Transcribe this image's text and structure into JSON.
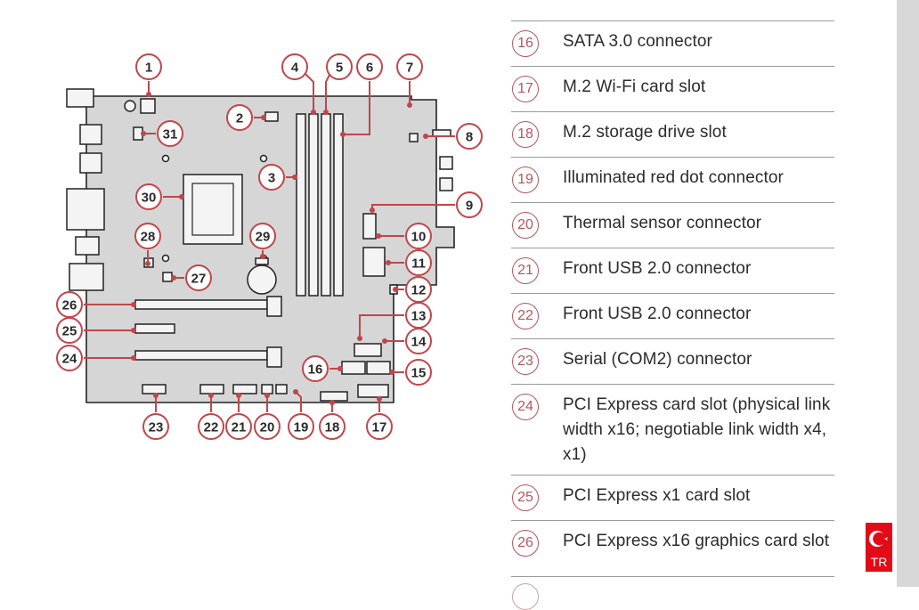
{
  "diagram": {
    "callouts": [
      "1",
      "2",
      "3",
      "4",
      "5",
      "6",
      "7",
      "8",
      "9",
      "10",
      "11",
      "12",
      "13",
      "14",
      "15",
      "16",
      "17",
      "18",
      "19",
      "20",
      "21",
      "22",
      "23",
      "24",
      "25",
      "26",
      "27",
      "28",
      "29",
      "30",
      "31"
    ]
  },
  "legend": {
    "items": [
      {
        "num": "16",
        "text": "SATA 3.0 connector"
      },
      {
        "num": "17",
        "text": "M.2 Wi-Fi card slot"
      },
      {
        "num": "18",
        "text": "M.2 storage drive slot"
      },
      {
        "num": "19",
        "text": "Illuminated red dot connector"
      },
      {
        "num": "20",
        "text": "Thermal sensor connector"
      },
      {
        "num": "21",
        "text": "Front USB 2.0 connector"
      },
      {
        "num": "22",
        "text": "Front USB 2.0 connector"
      },
      {
        "num": "23",
        "text": "Serial (COM2) connector"
      },
      {
        "num": "24",
        "text": "PCI Express card slot (physical link width x16; negotiable link width x4, x1)"
      },
      {
        "num": "25",
        "text": "PCI Express x1 card slot"
      },
      {
        "num": "26",
        "text": "PCI Express x16 graphics card slot"
      }
    ]
  },
  "language_badge": {
    "code": "TR"
  },
  "colors": {
    "callout": "#c0464b",
    "badge": "#e30a17",
    "board": "#d6d6d6"
  }
}
